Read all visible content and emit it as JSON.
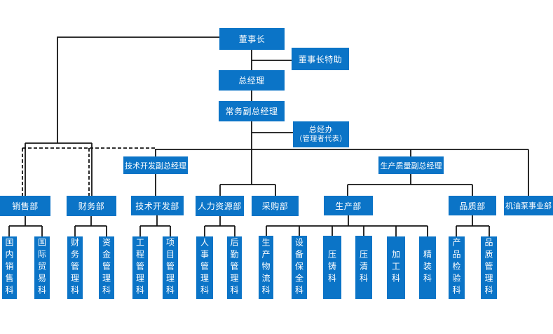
{
  "colors": {
    "box_blue": "#0b74c7",
    "text_white": "#ffffff",
    "line_black": "#141414",
    "background": "#ffffff"
  },
  "nodes": {
    "chairman": {
      "label": "董事长"
    },
    "chairman_assistant": {
      "label": "董事长特助"
    },
    "general_manager": {
      "label": "总经理"
    },
    "executive_deputy_gm": {
      "label": "常务副总经理"
    },
    "gm_office": {
      "line1": "总经办",
      "line2": "（管理者代表）"
    },
    "tech_deputy_gm": {
      "label": "技术开发副总经理"
    },
    "quality_deputy_gm": {
      "label": "生产质量副总经理"
    },
    "sales_dept": {
      "label": "销售部"
    },
    "finance_dept": {
      "label": "财务部"
    },
    "tech_dev_dept": {
      "label": "技术开发部"
    },
    "hr_dept": {
      "label": "人力资源部"
    },
    "purchasing_dept": {
      "label": "采购部"
    },
    "production_dept": {
      "label": "生产部"
    },
    "quality_dept": {
      "label": "品质部"
    },
    "oil_pump_dept": {
      "label": "机油泵事业部"
    },
    "domestic_sales": {
      "label": "国内销售科"
    },
    "intl_trade": {
      "label": "国际贸易科"
    },
    "finance_mgmt": {
      "label": "财务管理科"
    },
    "funds_mgmt": {
      "label": "资金管理科"
    },
    "engineering_mgmt": {
      "label": "工程管理科"
    },
    "project_mgmt": {
      "label": "项目管理科"
    },
    "personnel_mgmt": {
      "label": "人事管理科"
    },
    "logistics_mgmt": {
      "label": "后勤管理科"
    },
    "production_logistics": {
      "label": "生产物流科"
    },
    "equipment_maintenance": {
      "label": "设备保全科"
    },
    "die_casting": {
      "label": "压铸科"
    },
    "pressure_cleaning": {
      "label": "压清科"
    },
    "machining": {
      "label": "加工科"
    },
    "finishing": {
      "label": "精装科"
    },
    "product_inspection": {
      "label": "产品检验科"
    },
    "quality_mgmt": {
      "label": "品质管理科"
    }
  },
  "hierarchy": {
    "chairman": [
      "chairman_assistant",
      "general_manager",
      "sales_dept",
      "finance_dept"
    ],
    "general_manager": [
      "executive_deputy_gm"
    ],
    "executive_deputy_gm": [
      "gm_office",
      "tech_deputy_gm",
      "hr_dept",
      "purchasing_dept",
      "quality_deputy_gm",
      "oil_pump_dept"
    ],
    "tech_deputy_gm": [
      "tech_dev_dept"
    ],
    "quality_deputy_gm": [
      "production_dept",
      "quality_dept"
    ],
    "sales_dept": [
      "domestic_sales",
      "intl_trade"
    ],
    "finance_dept": [
      "finance_mgmt",
      "funds_mgmt"
    ],
    "tech_dev_dept": [
      "engineering_mgmt",
      "project_mgmt"
    ],
    "hr_dept": [
      "personnel_mgmt",
      "logistics_mgmt"
    ],
    "production_dept": [
      "production_logistics",
      "equipment_maintenance",
      "die_casting",
      "pressure_cleaning",
      "machining",
      "finishing"
    ],
    "quality_dept": [
      "product_inspection",
      "quality_mgmt"
    ],
    "dashed_links_to_executive_line": [
      "sales_dept",
      "finance_dept"
    ]
  }
}
